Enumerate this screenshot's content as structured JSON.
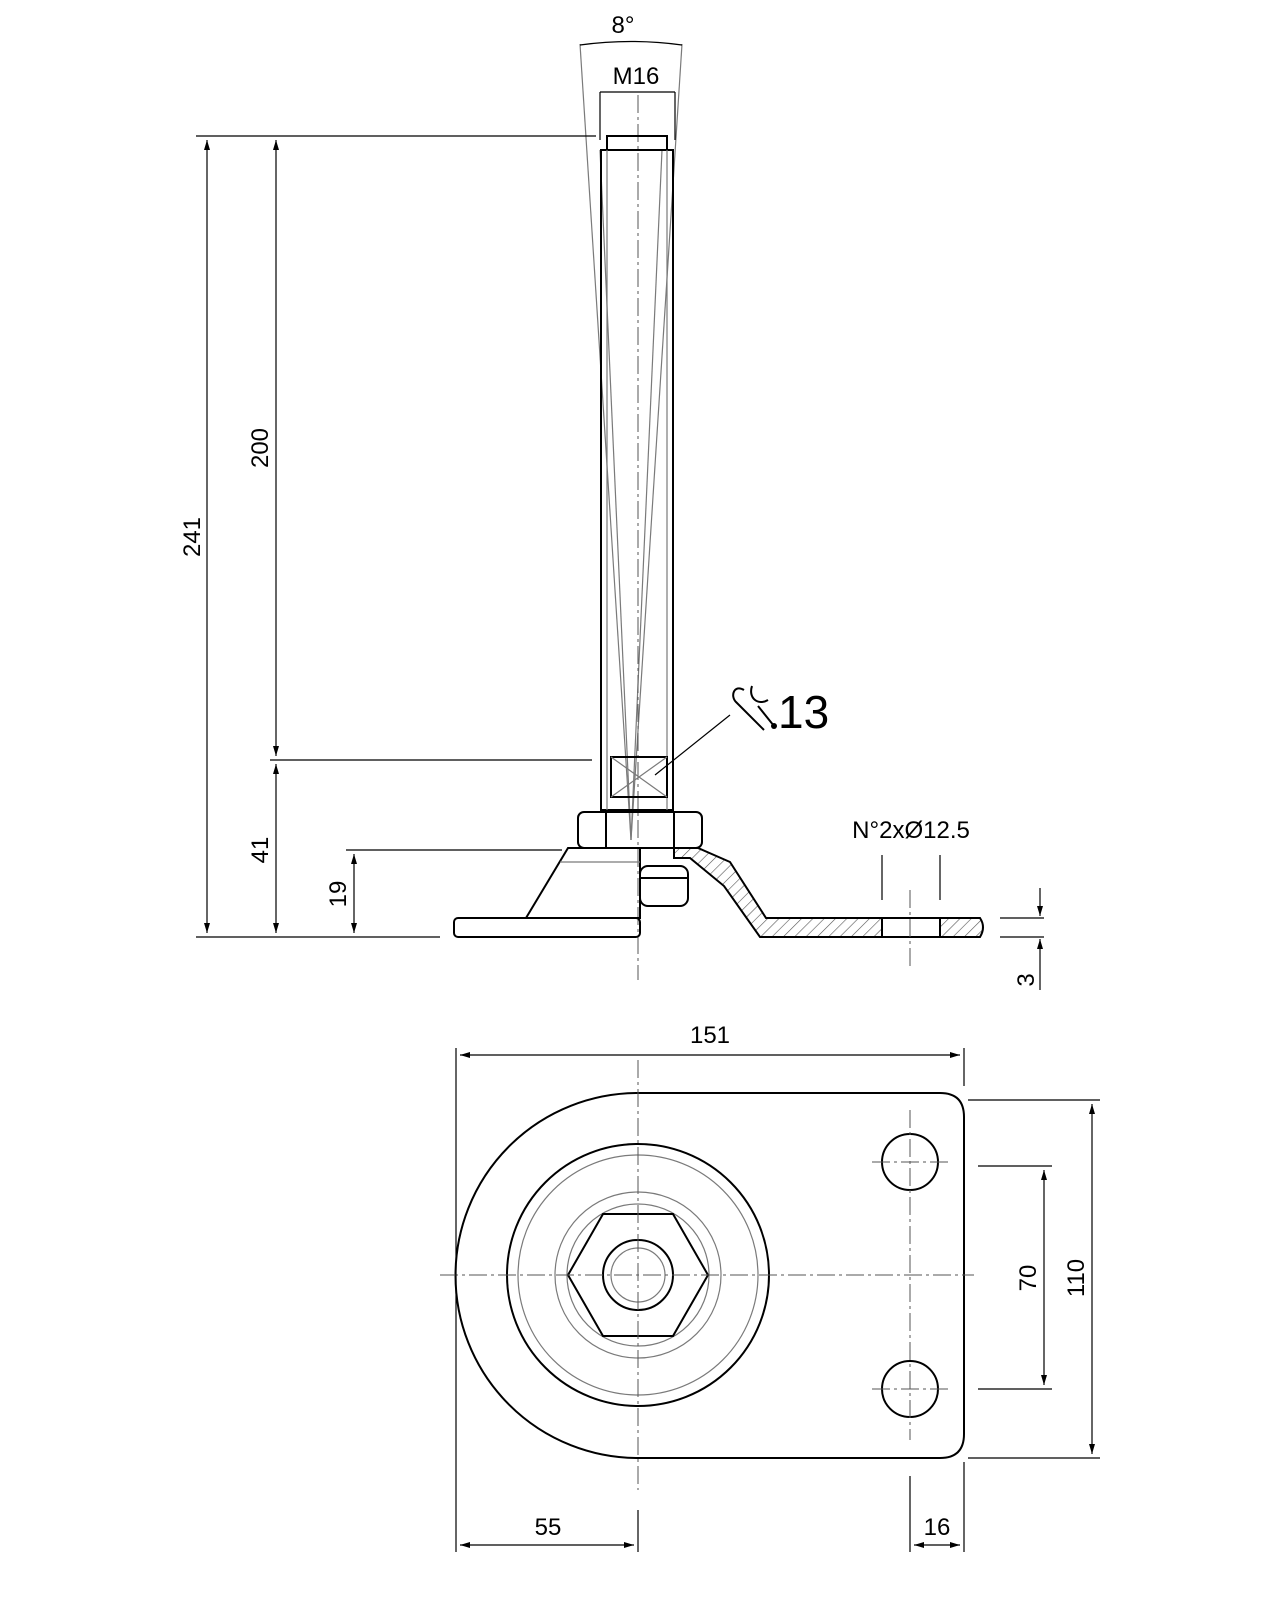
{
  "side_view": {
    "angle_label": "8°",
    "thread_label": "M16",
    "wrench_size": "13",
    "total_height": "241",
    "stem_length": "200",
    "lower_height": "41",
    "base_height": "19",
    "plate_thickness": "3",
    "holes_label": "N°2xØ12.5"
  },
  "top_view": {
    "width": "151",
    "height": "110",
    "hole_spacing": "70",
    "center_offset": "55",
    "hole_edge_offset": "16"
  }
}
